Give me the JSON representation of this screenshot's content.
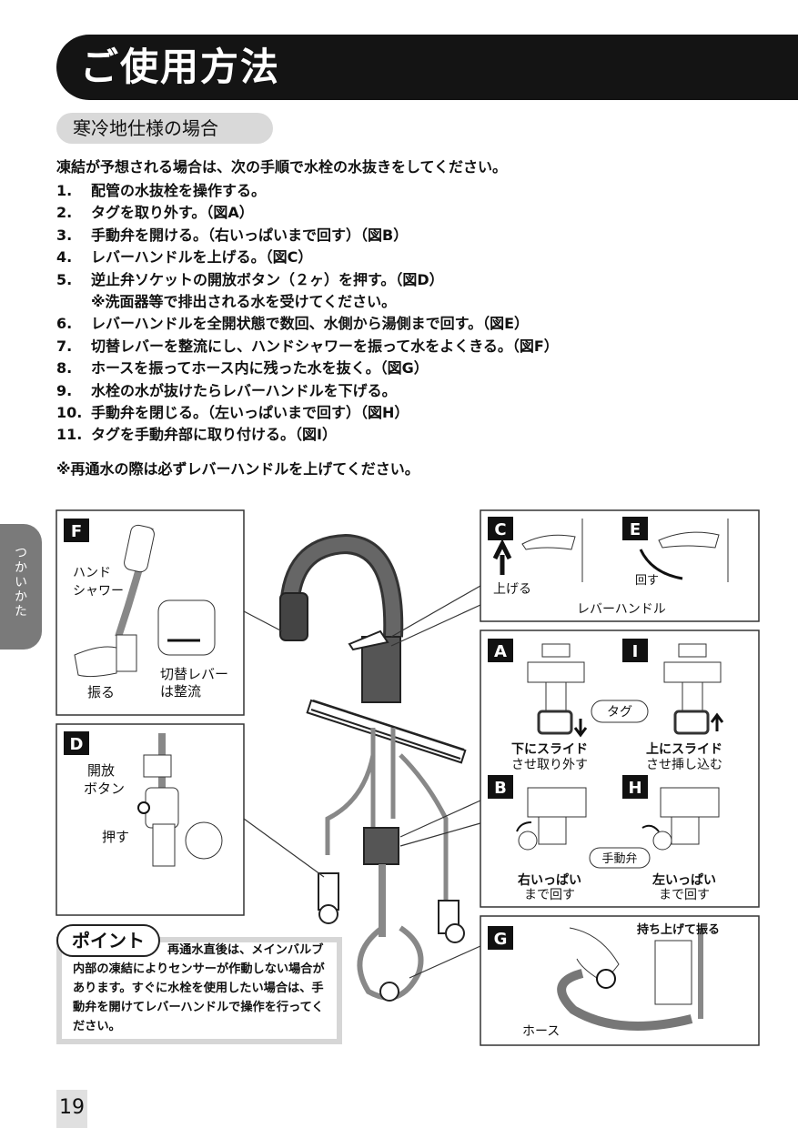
{
  "header": {
    "title": "ご使用方法"
  },
  "section": {
    "title": "寒冷地仕様の場合"
  },
  "intro": "凍結が予想される場合は、次の手順で水栓の水抜きをしてください。",
  "steps": [
    {
      "num": "1.",
      "text": "配管の水抜栓を操作する。"
    },
    {
      "num": "2.",
      "text": "タグを取り外す。（図A）"
    },
    {
      "num": "3.",
      "text": "手動弁を開ける。（右いっぱいまで回す）（図B）"
    },
    {
      "num": "4.",
      "text": "レバーハンドルを上げる。（図C）"
    },
    {
      "num": "5.",
      "text": "逆止弁ソケットの開放ボタン（２ヶ）を押す。（図D）"
    },
    {
      "num": "",
      "text": "※洗面器等で排出される水を受けてください。"
    },
    {
      "num": "6.",
      "text": "レバーハンドルを全開状態で数回、水側から湯側まで回す。（図E）"
    },
    {
      "num": "7.",
      "text": "切替レバーを整流にし、ハンドシャワーを振って水をよくきる。（図F）"
    },
    {
      "num": "8.",
      "text": "ホースを振ってホース内に残った水を抜く。（図G）"
    },
    {
      "num": "9.",
      "text": "水栓の水が抜けたらレバーハンドルを下げる。"
    },
    {
      "num": "10.",
      "text": "手動弁を閉じる。（左いっぱいまで回す）（図H）"
    },
    {
      "num": "11.",
      "text": "タグを手動弁部に取り付ける。（図I）"
    }
  ],
  "footer_note": "※再通水の際は必ずレバーハンドルを上げてください。",
  "side_tab": "つかいかた",
  "figures": {
    "F": {
      "letter": "F",
      "hand_shower_1": "ハンド",
      "hand_shower_2": "シャワー",
      "shake": "振る",
      "switch_1": "切替レバー",
      "switch_2": "は整流"
    },
    "D": {
      "letter": "D",
      "button_1": "開放",
      "button_2": "ボタン",
      "press": "押す"
    },
    "C": {
      "letter": "C",
      "raise": "上げる"
    },
    "E": {
      "letter": "E",
      "turn": "回す"
    },
    "lever_label": "レバーハンドル",
    "A": {
      "letter": "A",
      "slide_1": "下にスライド",
      "slide_2": "させ取り外す"
    },
    "I": {
      "letter": "I",
      "slide_1": "上にスライド",
      "slide_2": "させ挿し込む"
    },
    "tag_label": "タグ",
    "B": {
      "letter": "B",
      "turn_1": "右いっぱい",
      "turn_2": "まで回す"
    },
    "H": {
      "letter": "H",
      "turn_1": "左いっぱい",
      "turn_2": "まで回す"
    },
    "manual_valve_label": "手動弁",
    "G": {
      "letter": "G",
      "lift": "持ち上げて振る",
      "hose": "ホース"
    }
  },
  "point": {
    "label": "ポイント",
    "text": "再通水直後は、メインバルブ内部の凍結によりセンサーが作動しない場合があります。すぐに水栓を使用したい場合は、手動弁を開けてレバーハンドルで操作を行ってください。"
  },
  "page_number": "19"
}
